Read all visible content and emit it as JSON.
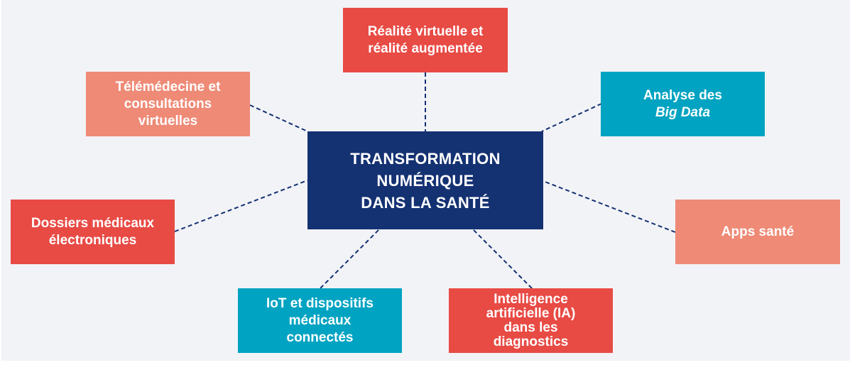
{
  "colors": {
    "background": "#f2f3f7",
    "center": "#143172",
    "red": "#e84a44",
    "salmon": "#ee8a76",
    "teal": "#00a3c1",
    "connector": "#143172"
  },
  "center": {
    "lines": [
      "TRANSFORMATION",
      "NUMÉRIQUE",
      "DANS LA SANTÉ"
    ]
  },
  "nodes": [
    {
      "id": "vr-ar",
      "lines": [
        "Réalité virtuelle et",
        "réalité augmentée"
      ],
      "color": "red"
    },
    {
      "id": "telemedicine",
      "lines": [
        "Télémédecine et",
        "consultations",
        "virtuelles"
      ],
      "color": "salmon"
    },
    {
      "id": "big-data",
      "lines": [
        "Analyse des",
        "Big Data"
      ],
      "italic_line": 1,
      "color": "teal"
    },
    {
      "id": "ehr",
      "lines": [
        "Dossiers médicaux",
        "électroniques"
      ],
      "color": "red"
    },
    {
      "id": "health-apps",
      "lines": [
        "Apps santé"
      ],
      "color": "salmon"
    },
    {
      "id": "iot",
      "lines": [
        "IoT et dispositifs",
        "médicaux",
        "connectés"
      ],
      "color": "teal"
    },
    {
      "id": "ai",
      "lines": [
        "Intelligence",
        "artificielle (IA)",
        "dans les",
        "diagnostics"
      ],
      "color": "red"
    }
  ]
}
